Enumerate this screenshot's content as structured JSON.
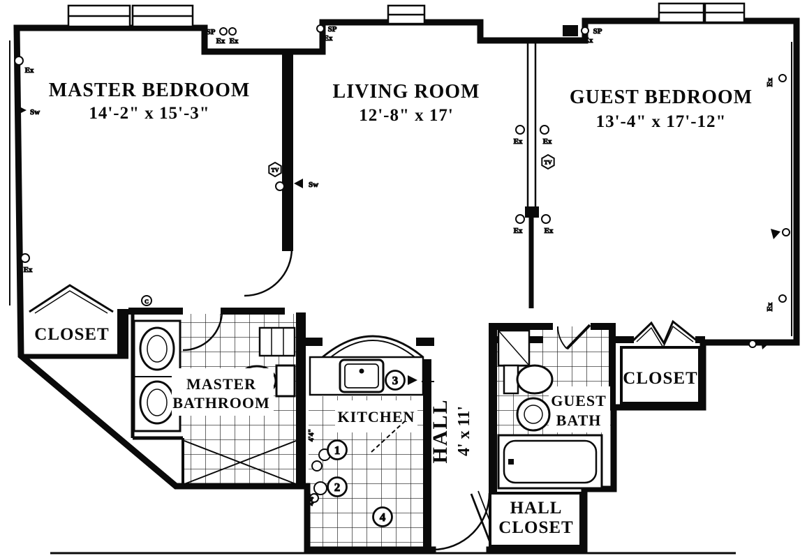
{
  "plan": {
    "background": "#ffffff",
    "ink": "#0a0a0a",
    "rooms": {
      "master_bedroom": {
        "label": "MASTER BEDROOM",
        "dims": "14'-2\" x 15'-3\""
      },
      "living_room": {
        "label": "LIVING ROOM",
        "dims": "12'-8\" x 17'"
      },
      "guest_bedroom": {
        "label": "GUEST BEDROOM",
        "dims": "13'-4\" x 17'-12\""
      },
      "closet_left": {
        "label": "CLOSET"
      },
      "closet_right": {
        "label": "CLOSET"
      },
      "master_bathroom": {
        "label_line1": "MASTER",
        "label_line2": "BATHROOM"
      },
      "kitchen": {
        "label": "KITCHEN"
      },
      "hall": {
        "label": "HALL",
        "dims": "4' x 11'"
      },
      "guest_bath": {
        "label_line1": "GUEST",
        "label_line2": "BATH"
      },
      "hall_closet": {
        "label_line1": "HALL",
        "label_line2": "CLOSET"
      }
    },
    "annotations": {
      "ex": "Ex",
      "sw": "Sw",
      "sp": "SP",
      "tv": "TV",
      "c": "C",
      "minor_dim": "4'4\"",
      "fixture_numbers": [
        "1",
        "2",
        "3",
        "4"
      ]
    }
  }
}
